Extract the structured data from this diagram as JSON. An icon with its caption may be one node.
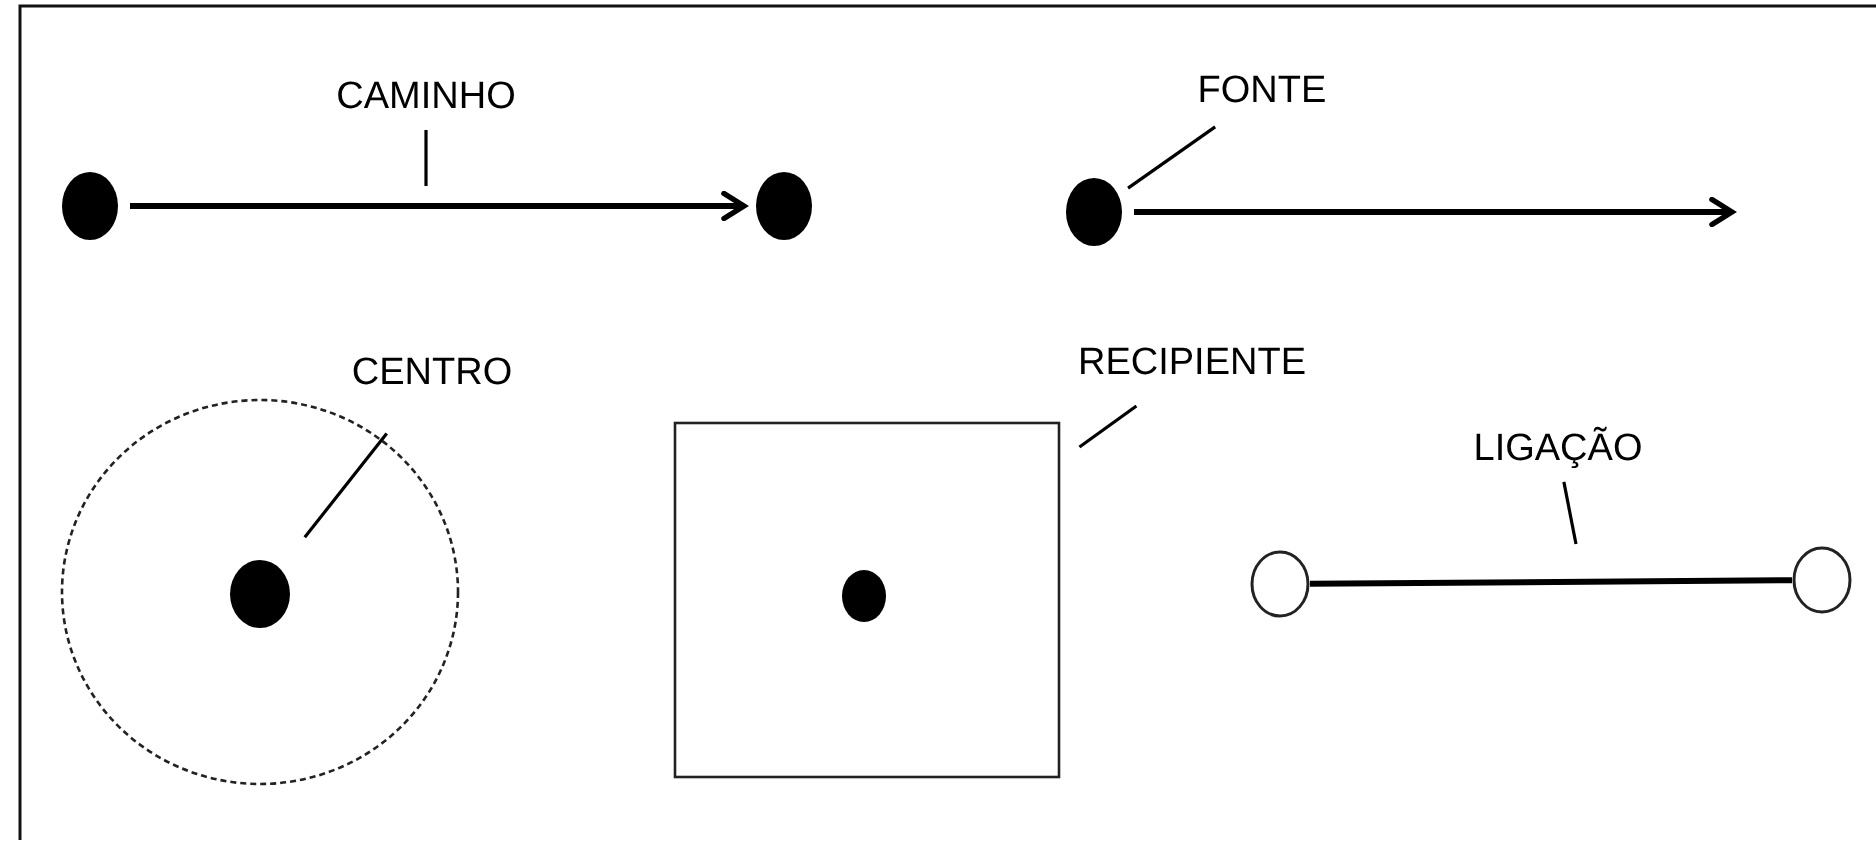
{
  "diagram": {
    "nodes": [
      {
        "text": [],
        "shape": "circle"
      },
      {
        "text": [],
        "shape": "circle"
      },
      {
        "text": [
          "CAMINHO"
        ]
      },
      {
        "text": [
          "FONTE"
        ]
      },
      {
        "text": [],
        "shape": "circle"
      },
      {
        "text": [
          "CENTRO"
        ]
      },
      {
        "text": [],
        "shape": "circle"
      },
      {
        "text": [],
        "shape": "circle",
        "in": 6
      },
      {
        "text": [
          "RECIPIENTE"
        ]
      },
      {
        "text": [],
        "shape": "box"
      },
      {
        "text": [],
        "shape": "circle",
        "in": 9
      },
      {
        "text": [
          "LIGAÇÃO"
        ]
      },
      {
        "text": [],
        "shape": "circle"
      },
      {
        "text": [],
        "shape": "circle"
      }
    ],
    "edges": [
      {
        "from": 0,
        "to": 1,
        "arrow": "to"
      },
      {
        "from": 2,
        "to": null,
        "arrow": "none"
      },
      {
        "from": 3,
        "to": 4,
        "arrow": "none"
      },
      {
        "from": 4,
        "to": null,
        "arrow": "to"
      },
      {
        "from": 5,
        "to": 7,
        "arrow": "none"
      },
      {
        "from": 8,
        "to": 9,
        "arrow": "none"
      },
      {
        "from": 11,
        "to": null,
        "arrow": "none"
      },
      {
        "from": 12,
        "to": 13,
        "arrow": "none"
      }
    ]
  }
}
